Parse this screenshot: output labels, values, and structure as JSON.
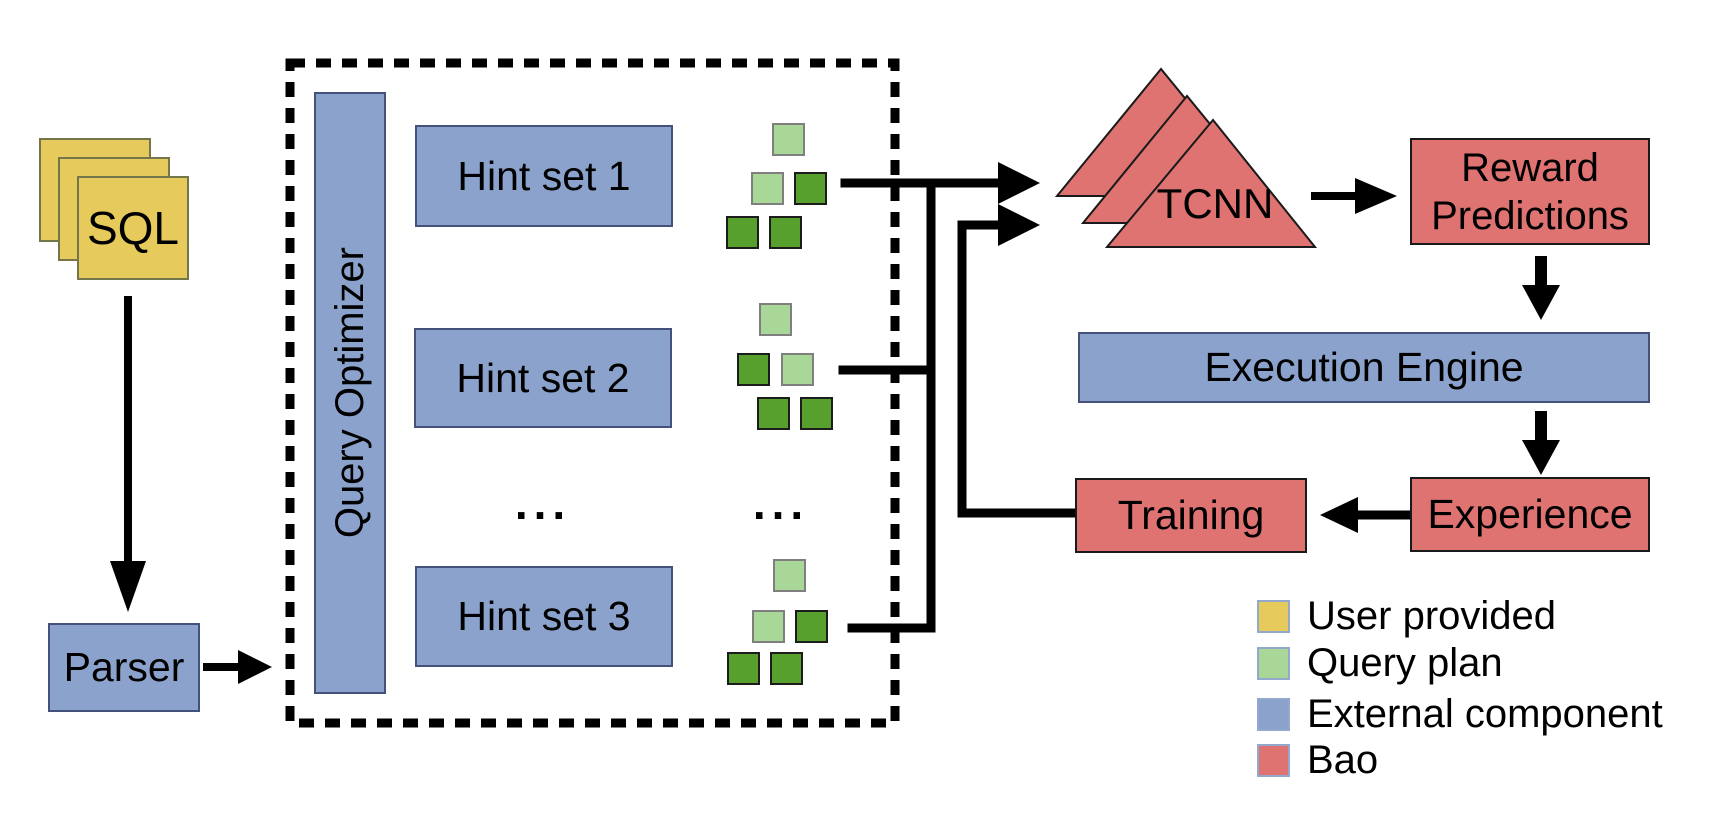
{
  "colors": {
    "user_provided": "#e7ca5c",
    "query_plan_light": "#a9d797",
    "query_plan_dark": "#57a02d",
    "external_component": "#8ba3cc",
    "bao": "#de7371",
    "line": "#000000"
  },
  "nodes": {
    "sql": "SQL",
    "parser": "Parser",
    "query_optimizer": "Query Optimizer",
    "hint_sets": [
      "Hint set 1",
      "Hint set 2",
      "Hint set 3"
    ],
    "hint_sets_ellipsis": "...",
    "plans_ellipsis": "...",
    "tcnn": "TCNN",
    "reward_predictions": "Reward Predictions",
    "execution_engine": "Execution Engine",
    "experience": "Experience",
    "training": "Training"
  },
  "legend": {
    "items": [
      {
        "label": "User provided",
        "color": "#e7ca5c"
      },
      {
        "label": "Query plan",
        "color": "#a9d797"
      },
      {
        "label": "External component",
        "color": "#8ba3cc"
      },
      {
        "label": "Bao",
        "color": "#de7371"
      }
    ]
  }
}
